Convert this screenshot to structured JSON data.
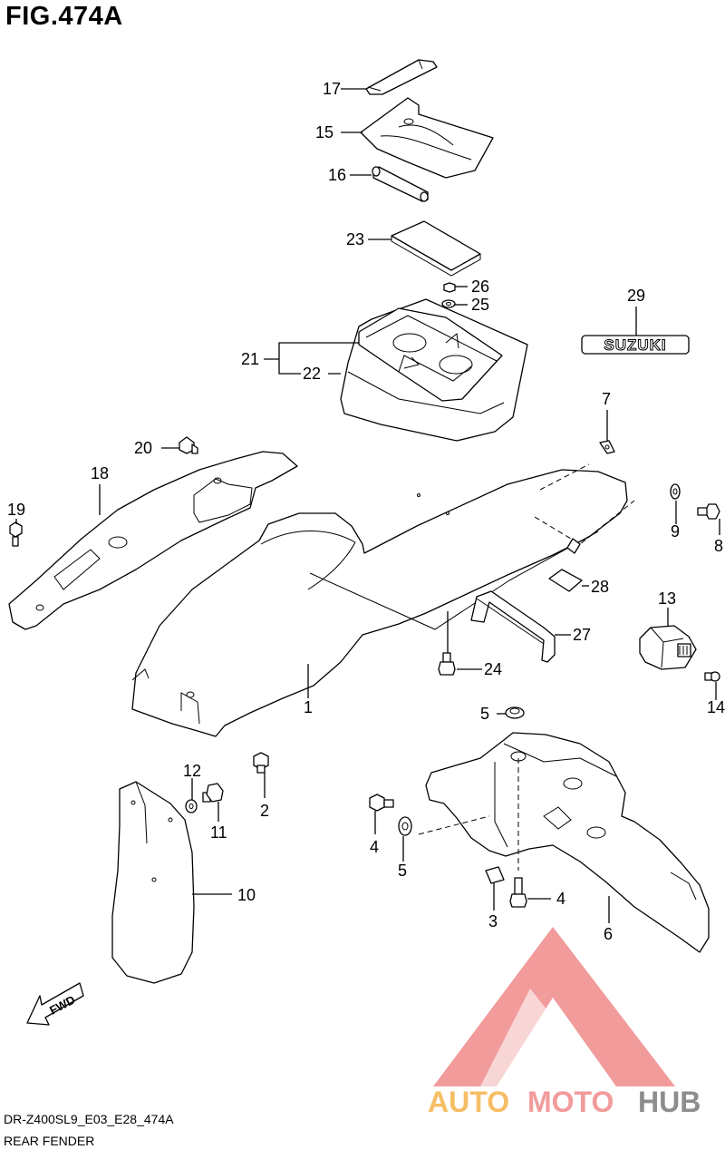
{
  "figure_title": "FIG.474A",
  "diagram_code": "DR-Z400SL9_E03_E28_474A",
  "diagram_name": "REAR FENDER",
  "fwd_label": "FWD",
  "emblem_text": "SUZUKI",
  "watermark": {
    "auto": "AUTO",
    "moto": "MOTO",
    "hub": "HUB"
  },
  "colors": {
    "watermark_orange": "#f5b34a",
    "watermark_red": "#f08a8a",
    "watermark_gray": "#7a7a7a"
  },
  "parts": {
    "p1": "1",
    "p2": "2",
    "p3": "3",
    "p4a": "4",
    "p4b": "4",
    "p5a": "5",
    "p5b": "5",
    "p6": "6",
    "p7": "7",
    "p8": "8",
    "p9": "9",
    "p10": "10",
    "p11": "11",
    "p12": "12",
    "p13": "13",
    "p14": "14",
    "p15": "15",
    "p16": "16",
    "p17": "17",
    "p18": "18",
    "p19": "19",
    "p20": "20",
    "p21": "21",
    "p22": "22",
    "p23": "23",
    "p24": "24",
    "p25": "25",
    "p26": "26",
    "p27": "27",
    "p28": "28",
    "p29": "29"
  }
}
